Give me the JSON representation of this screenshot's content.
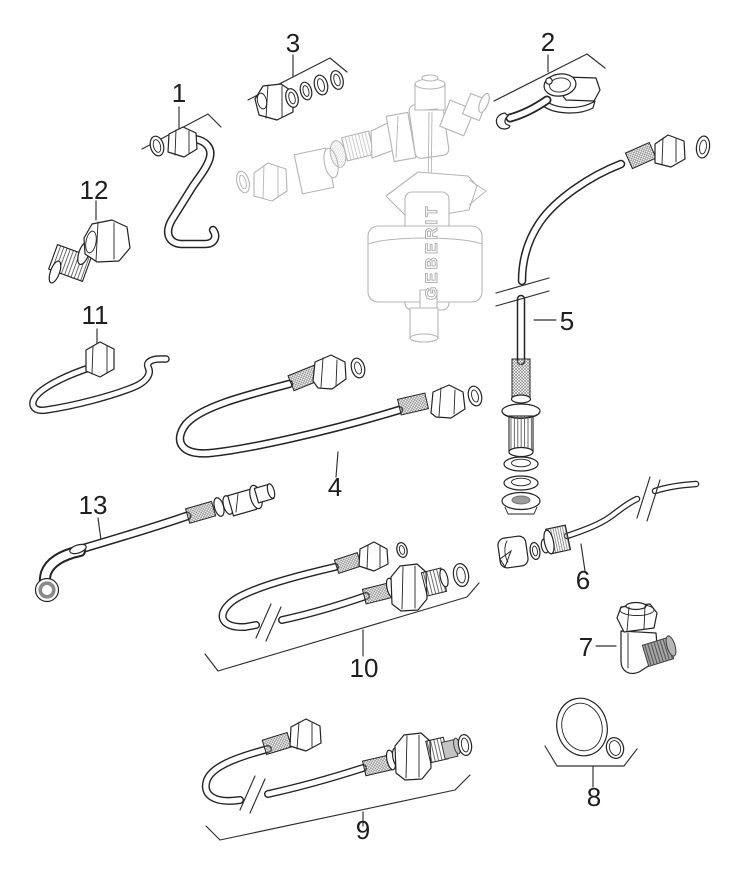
{
  "diagram": {
    "brand_mark": "GEBERIT",
    "part_labels": {
      "p1": "1",
      "p2": "2",
      "p3": "3",
      "p4": "4",
      "p5": "5",
      "p6": "6",
      "p7": "7",
      "p8": "8",
      "p9": "9",
      "p10": "10",
      "p11": "11",
      "p12": "12",
      "p13": "13"
    },
    "parts": [
      {
        "label": "1",
        "icon": "angled-supply-pipe-with-union-nut-icon"
      },
      {
        "label": "2",
        "icon": "lever-bracket-clip-icon"
      },
      {
        "label": "3",
        "icon": "union-nut-and-washer-set-icon"
      },
      {
        "label": "4",
        "icon": "braided-flex-hose-icon"
      },
      {
        "label": "5",
        "icon": "supply-hose-with-tank-connector-icon"
      },
      {
        "label": "6",
        "icon": "offset-pipe-with-coupling-icon"
      },
      {
        "label": "7",
        "icon": "elbow-fitting-icon"
      },
      {
        "label": "8",
        "icon": "o-ring-seal-set-icon"
      },
      {
        "label": "9",
        "icon": "flex-hose-with-union-adapter-icon"
      },
      {
        "label": "10",
        "icon": "flex-hose-with-union-adapter-icon"
      },
      {
        "label": "11",
        "icon": "curved-pipe-with-nut-icon"
      },
      {
        "label": "12",
        "icon": "threaded-adapter-with-nut-icon"
      },
      {
        "label": "13",
        "icon": "hose-with-elbow-connector-icon"
      }
    ],
    "colors": {
      "line": "#232323",
      "ghost": "#b5b5b5",
      "label": "#1e1e1e",
      "background": "#ffffff"
    }
  }
}
